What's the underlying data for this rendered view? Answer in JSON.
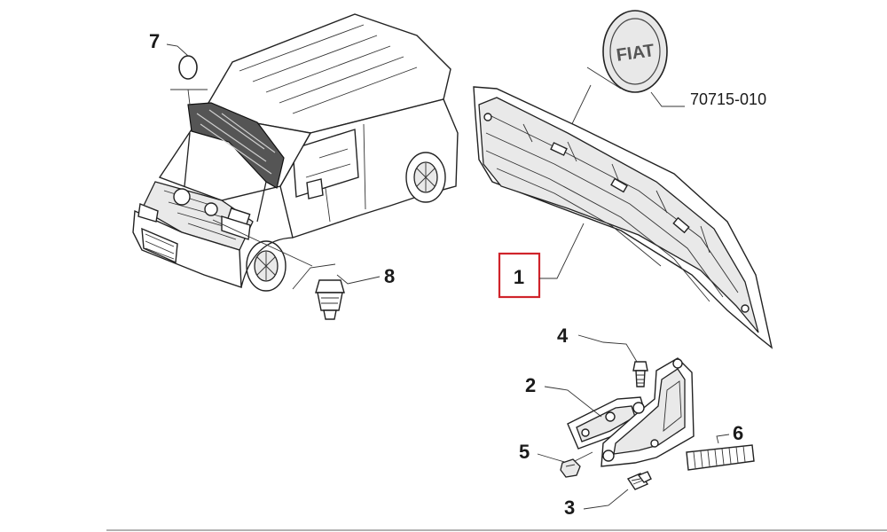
{
  "callouts": [
    {
      "id": "7",
      "label": "7"
    },
    {
      "id": "8",
      "label": "8"
    },
    {
      "id": "1",
      "label": "1",
      "highlighted": true
    },
    {
      "id": "4",
      "label": "4"
    },
    {
      "id": "2",
      "label": "2"
    },
    {
      "id": "5",
      "label": "5"
    },
    {
      "id": "6",
      "label": "6"
    },
    {
      "id": "3",
      "label": "3"
    }
  ],
  "part_code": "70715-010",
  "logo_text": "FIAT",
  "colors": {
    "highlight": "#d0242b",
    "line": "#222222",
    "background": "#ffffff"
  }
}
